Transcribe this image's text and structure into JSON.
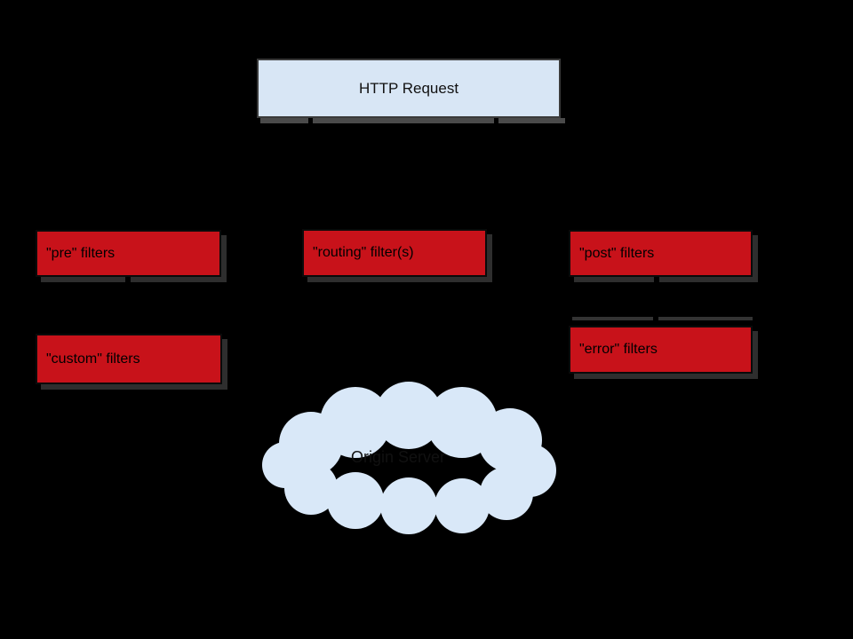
{
  "diagram": {
    "type": "flow-diagram",
    "background_color": "#000000",
    "request_box": {
      "label": "HTTP Request"
    },
    "filters": {
      "pre": {
        "label": "\"pre\" filters"
      },
      "routing": {
        "label": "\"routing\" filter(s)"
      },
      "post": {
        "label": "\"post\" filters"
      },
      "custom": {
        "label": "\"custom\" filters"
      },
      "error": {
        "label": "\"error\" filters"
      }
    },
    "origin_cloud": {
      "label": "Origin Server"
    },
    "colors": {
      "filter_box_fill": "#c8121a",
      "request_box_fill": "#d8e6f5",
      "cloud_fill": "#d9e8f8",
      "box_text": "#000000",
      "shadow_gray": "#4a4a4a"
    }
  }
}
